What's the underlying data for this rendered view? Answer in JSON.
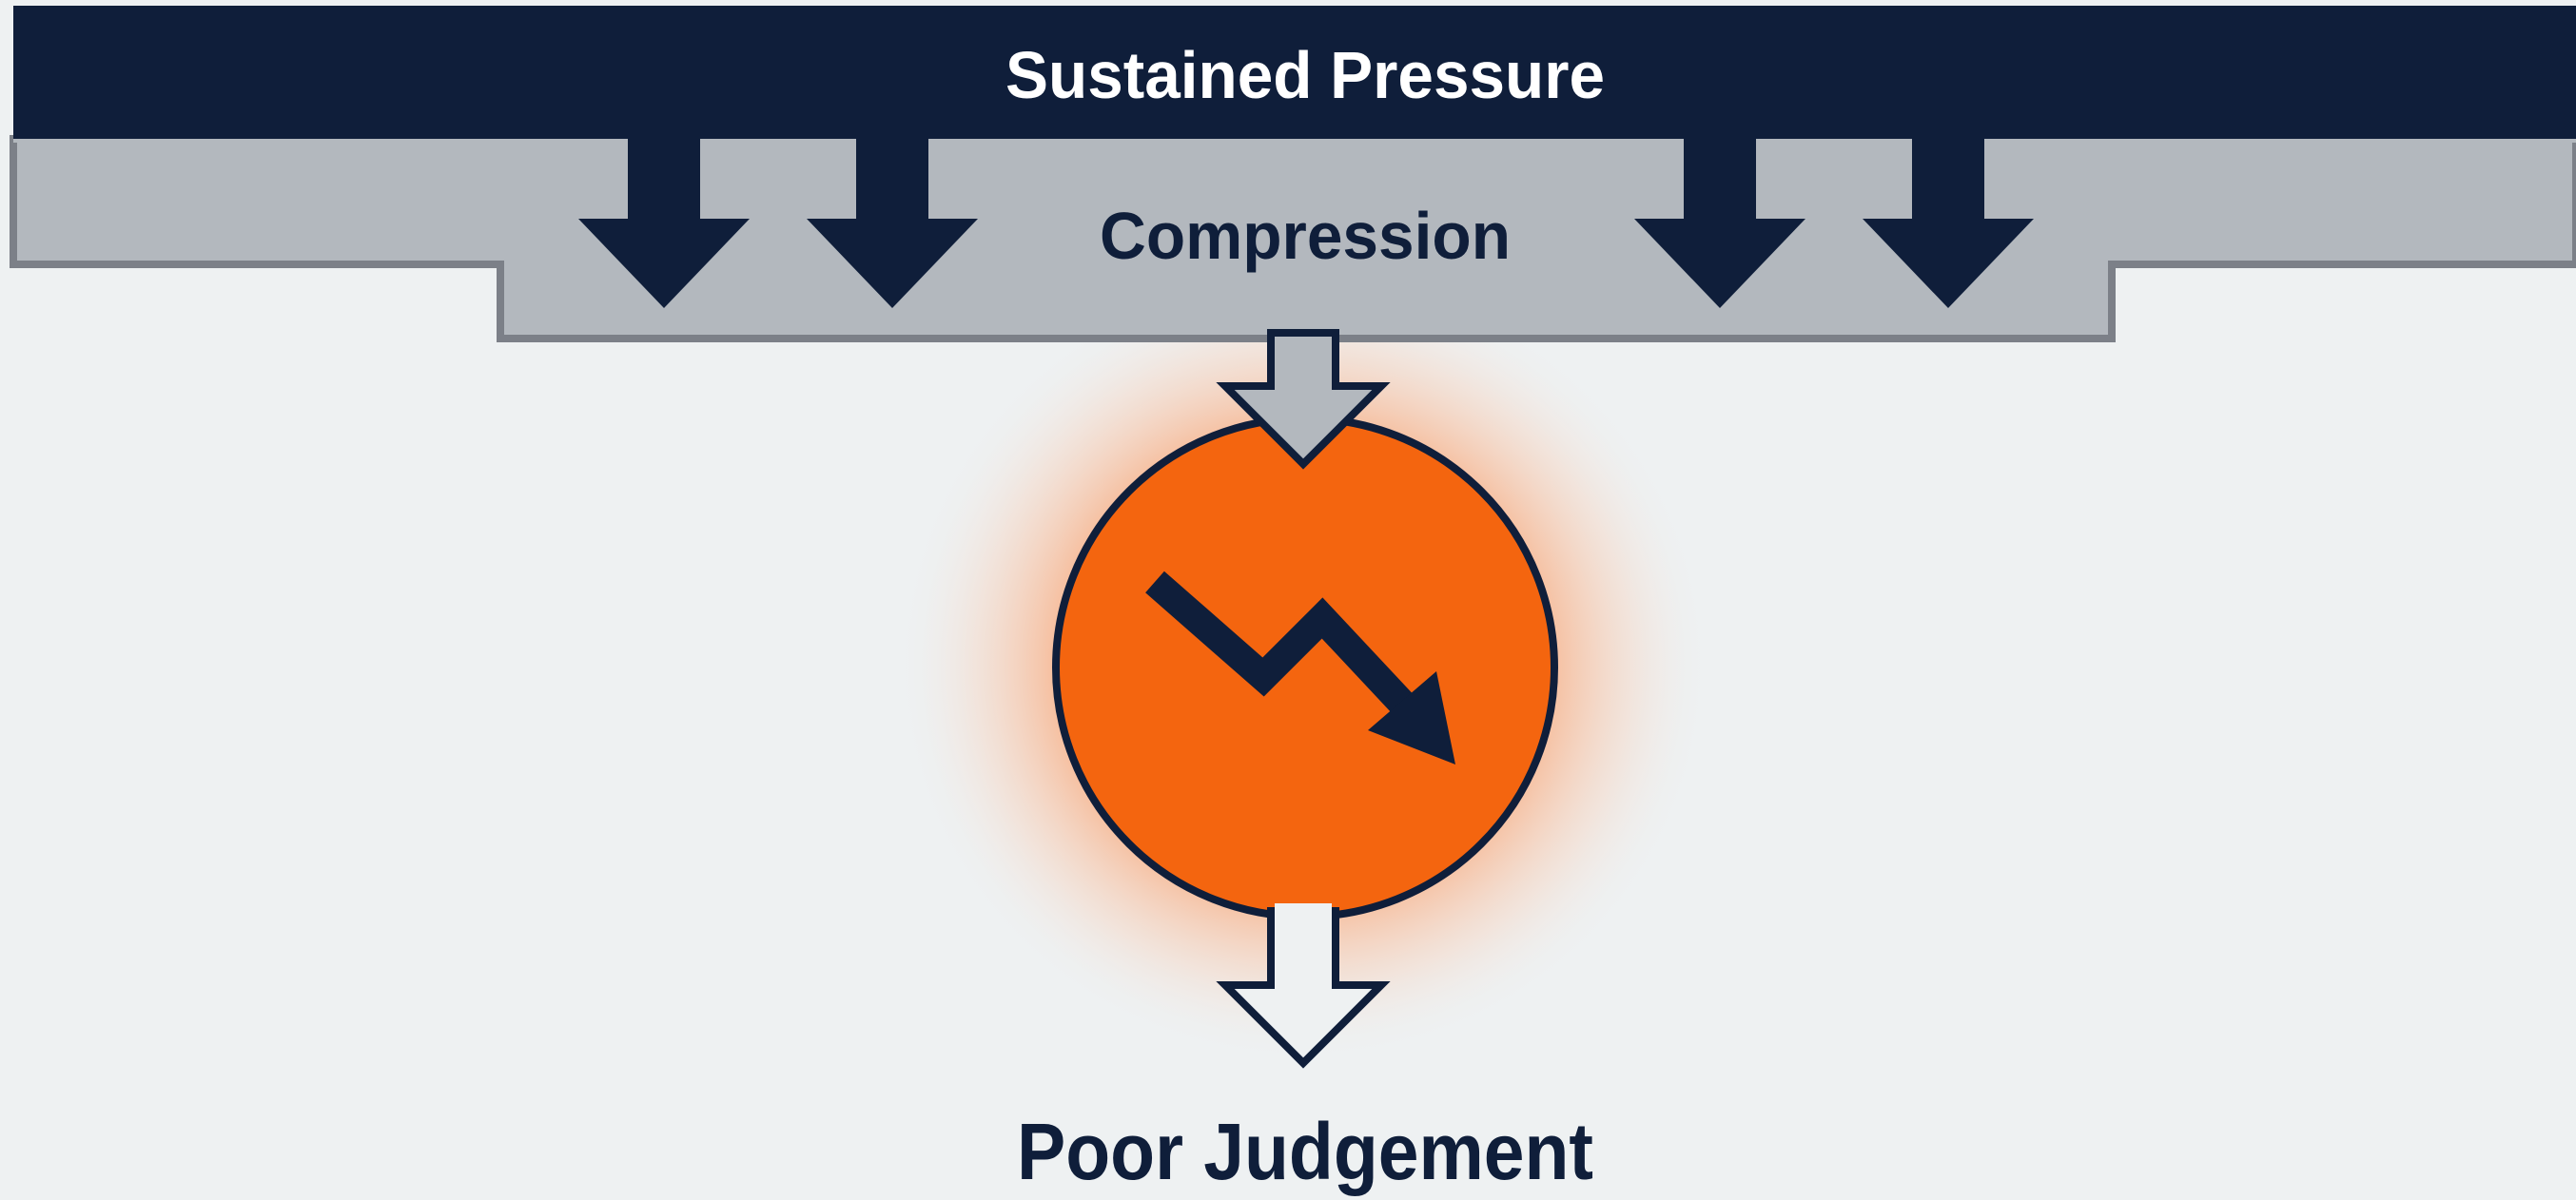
{
  "diagram": {
    "top_band_label": "Sustained Pressure",
    "middle_band_label": "Compression",
    "bottom_label": "Poor Judgement",
    "center_icon": "declining-zigzag-arrow-icon"
  },
  "colors": {
    "background": "#eef1f2",
    "navy": "#0f1e3a",
    "gray_band": "#b3b8be",
    "gray_band_edge": "#7c8088",
    "orange": "#f4650f",
    "glow": "#ff7a2e"
  }
}
